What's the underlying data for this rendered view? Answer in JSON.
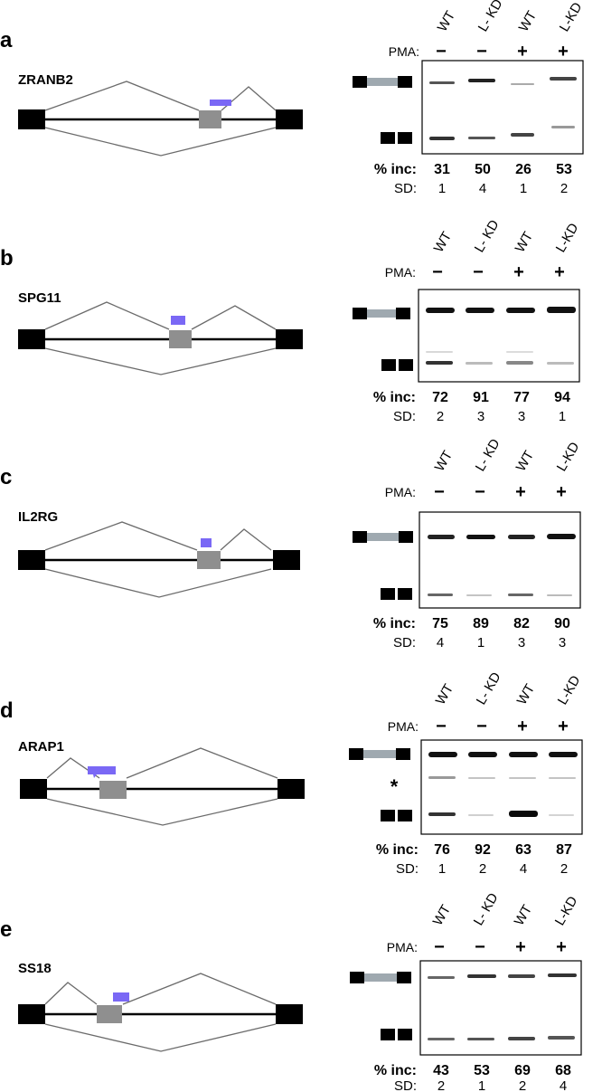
{
  "colors": {
    "exon_constitutive": "#000000",
    "exon_alternative": "#8f8f8f",
    "binding_site": "#7a68f5",
    "splice_line": "#6b6b6b",
    "gel_background": "#ffffff",
    "band": "#2a2a2a",
    "inc_exon_in_icon": "#9fa9b0"
  },
  "lane_labels": [
    "WT",
    "L- KD",
    "WT",
    "L-KD"
  ],
  "pma_label": "PMA:",
  "pma_signs": [
    "−",
    "−",
    "+",
    "+"
  ],
  "inc_label": "% inc:",
  "sd_label": "SD:",
  "panels": [
    {
      "letter": "a",
      "gene": "ZRANB2",
      "pct_inc": [
        "31",
        "50",
        "26",
        "53"
      ],
      "sd": [
        "1",
        "4",
        "1",
        "2"
      ]
    },
    {
      "letter": "b",
      "gene": "SPG11",
      "pct_inc": [
        "72",
        "91",
        "77",
        "94"
      ],
      "sd": [
        "2",
        "3",
        "3",
        "1"
      ]
    },
    {
      "letter": "c",
      "gene": "IL2RG",
      "pct_inc": [
        "75",
        "89",
        "82",
        "90"
      ],
      "sd": [
        "4",
        "1",
        "3",
        "3"
      ]
    },
    {
      "letter": "d",
      "gene": "ARAP1",
      "pct_inc": [
        "76",
        "92",
        "63",
        "87"
      ],
      "sd": [
        "1",
        "2",
        "4",
        "2"
      ],
      "band_marker": "*"
    },
    {
      "letter": "e",
      "gene": "SS18",
      "pct_inc": [
        "43",
        "53",
        "69",
        "68"
      ],
      "sd": [
        "2",
        "1",
        "2",
        "4"
      ]
    }
  ]
}
